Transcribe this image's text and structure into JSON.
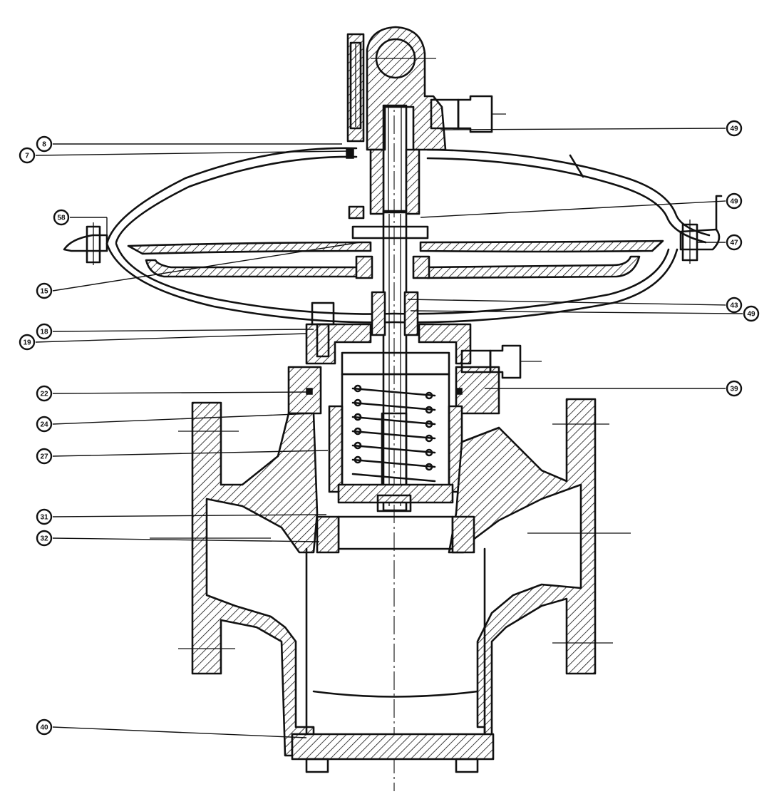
{
  "callouts": [
    {
      "id": "8",
      "side": "left"
    },
    {
      "id": "7",
      "side": "left"
    },
    {
      "id": "58",
      "side": "left"
    },
    {
      "id": "15",
      "side": "left"
    },
    {
      "id": "18",
      "side": "left"
    },
    {
      "id": "19",
      "side": "left"
    },
    {
      "id": "22",
      "side": "left"
    },
    {
      "id": "24",
      "side": "left"
    },
    {
      "id": "27",
      "side": "left"
    },
    {
      "id": "31",
      "side": "left"
    },
    {
      "id": "32",
      "side": "left"
    },
    {
      "id": "40",
      "side": "left"
    },
    {
      "id": "49",
      "side": "right"
    },
    {
      "id": "49",
      "side": "right"
    },
    {
      "id": "47",
      "side": "right"
    },
    {
      "id": "43",
      "side": "right"
    },
    {
      "id": "49",
      "side": "right"
    },
    {
      "id": "39",
      "side": "right"
    }
  ],
  "colors": {
    "ink": "#111111",
    "paper": "#ffffff"
  }
}
